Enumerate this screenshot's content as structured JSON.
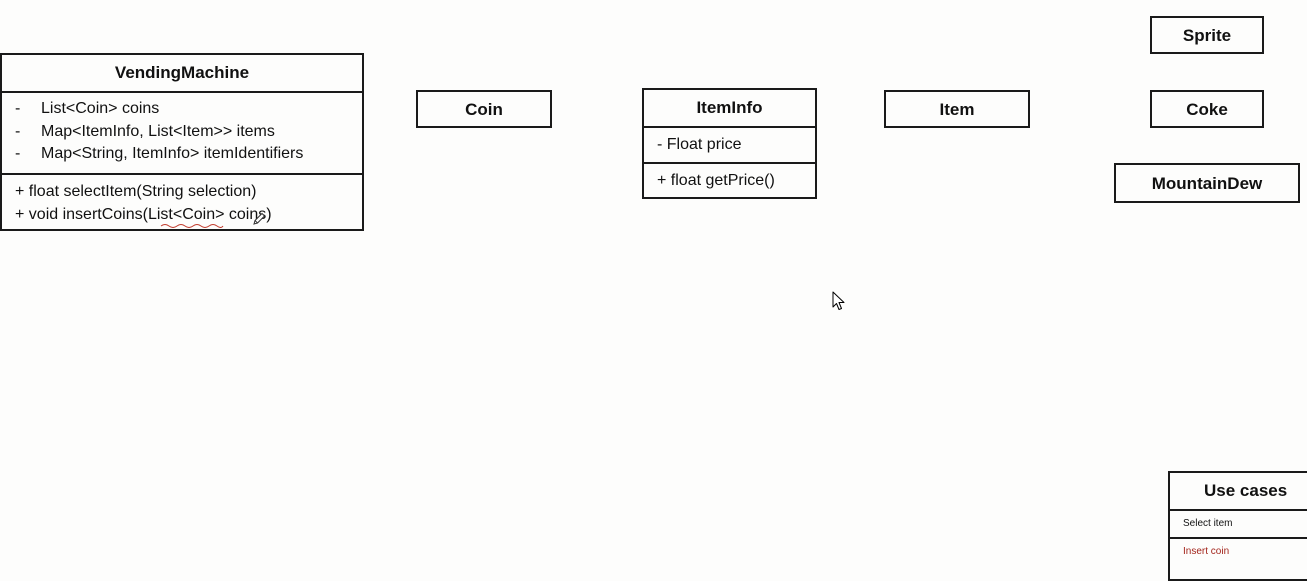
{
  "vending_machine": {
    "title": "VendingMachine",
    "attributes": [
      {
        "visibility": "-",
        "text": "List<Coin> coins"
      },
      {
        "visibility": "-",
        "text": "Map<ItemInfo, List<Item>> items"
      },
      {
        "visibility": "-",
        "text": "Map<String, ItemInfo> itemIdentifiers"
      }
    ],
    "methods": [
      "+ float selectItem(String selection)",
      "+ void insertCoins(List<Coin> coins)"
    ]
  },
  "coin": {
    "title": "Coin"
  },
  "item_info": {
    "title": "ItemInfo",
    "attribute": "- Float price",
    "method": "+ float getPrice()"
  },
  "item": {
    "title": "Item"
  },
  "sprite": {
    "title": "Sprite"
  },
  "coke": {
    "title": "Coke"
  },
  "mountain_dew": {
    "title": "MountainDew"
  },
  "use_cases": {
    "title": "Use cases",
    "rows": [
      {
        "label": "Select item",
        "color": "#111111"
      },
      {
        "label": "Insert coin",
        "color": "#a3251c"
      }
    ]
  },
  "colors": {
    "border": "#1a1a1a",
    "annotation_red": "#c0392b"
  }
}
